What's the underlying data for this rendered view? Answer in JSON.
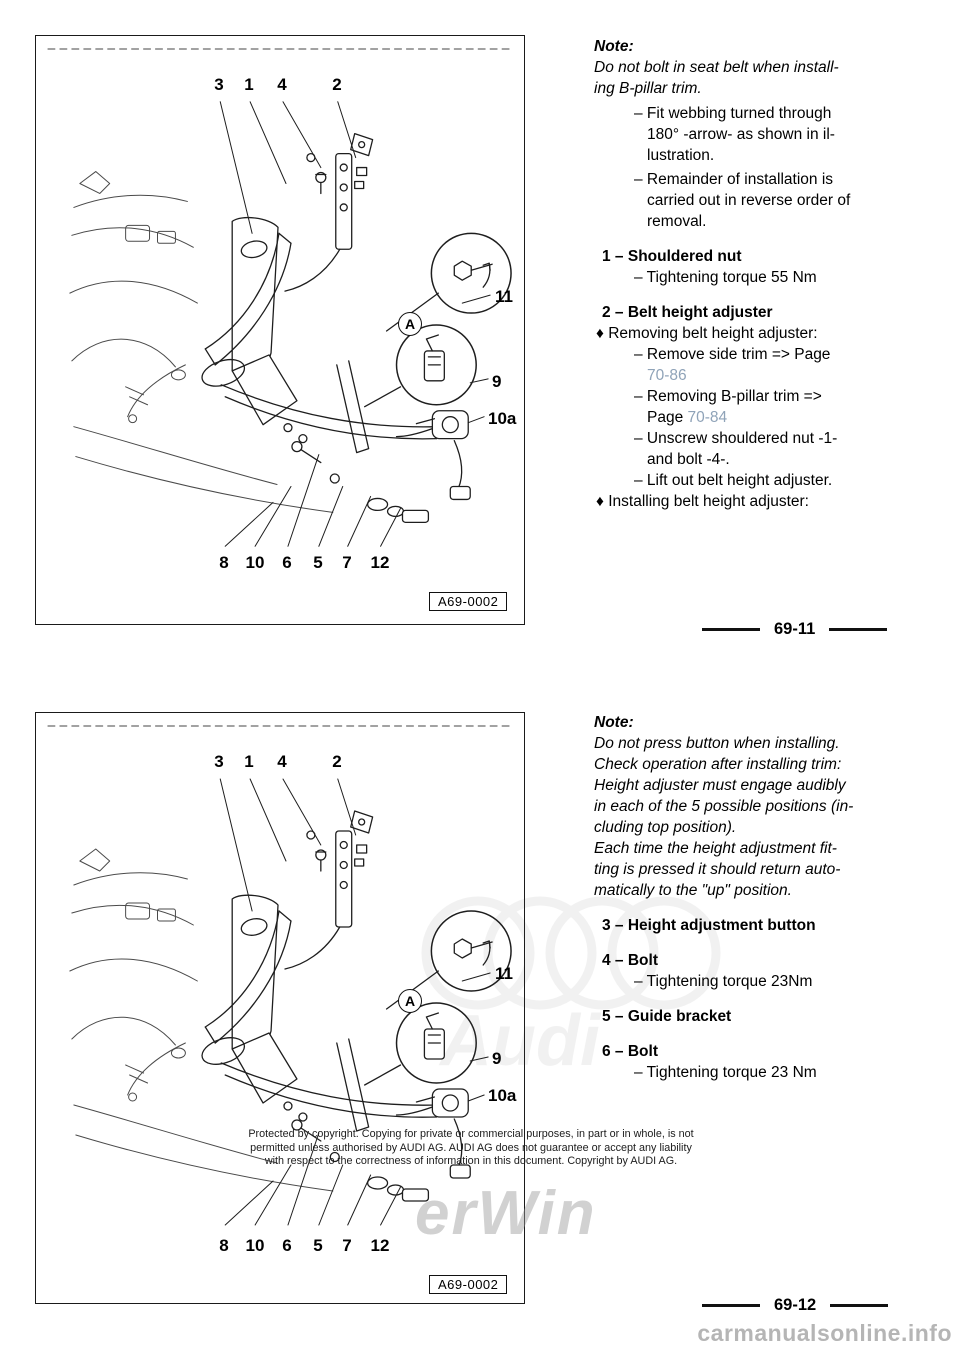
{
  "figure": {
    "code": "A69-0002",
    "detail_label": "A",
    "callouts_top": [
      "3",
      "1",
      "4",
      "2"
    ],
    "callouts_right": [
      "11",
      "9",
      "10a"
    ],
    "callouts_bottom": [
      "8",
      "10",
      "6",
      "5",
      "7",
      "12"
    ]
  },
  "top_section": {
    "note_label": "Note:",
    "note_text": "Do not bolt in seat belt when install-\ning B-pillar trim.",
    "bullets": [
      "– Fit webbing turned through\n180° -arrow- as shown in il-\nlustration.",
      "– Remainder of installation is\ncarried out in reverse order of\nremoval."
    ],
    "item1": {
      "label": "1 – Shouldered nut",
      "sub": "– Tightening torque 55 Nm"
    },
    "item2": {
      "label": "2 – Belt height adjuster"
    },
    "removing_header": "♦ Removing belt height adjuster:",
    "steps": [
      {
        "pre": "– Remove side trim => Page\n",
        "link": "70-86"
      },
      {
        "pre": "– Removing B-pillar trim =>\nPage ",
        "link": "70-84"
      },
      {
        "pre": "– Unscrew shouldered nut -1-\nand bolt -4-.",
        "link": ""
      },
      {
        "pre": "– Lift out belt height adjuster.",
        "link": ""
      }
    ],
    "installing_header": "♦ Installing belt height adjuster:",
    "page_number": "69-11"
  },
  "bottom_section": {
    "note_label": "Note:",
    "note_text": "Do not press button when installing.\nCheck operation after installing trim:\nHeight adjuster must engage audibly\nin each of the 5 possible positions (in-\ncluding top position).\nEach time the height adjustment fit-\nting is pressed it should return auto-\nmatically to the \"up\" position.",
    "items": [
      {
        "label": "3 – Height adjustment button",
        "sub": ""
      },
      {
        "label": "4 – Bolt",
        "sub": "– Tightening torque 23Nm"
      },
      {
        "label": "5 – Guide bracket",
        "sub": ""
      },
      {
        "label": "6 – Bolt",
        "sub": "– Tightening torque 23 Nm"
      }
    ],
    "page_number": "69-12"
  },
  "watermarks": {
    "copyright": "Protected by copyright. Copying for private or commercial purposes, in part or in whole, is not\npermitted unless authorised by AUDI AG. AUDI AG does not guarantee or accept any liability\nwith respect to the correctness of information in this document. Copyright by AUDI AG.",
    "ghost_brand": "Audi",
    "ghost_portal": "erWin",
    "site": "carmanualsonline.info"
  }
}
